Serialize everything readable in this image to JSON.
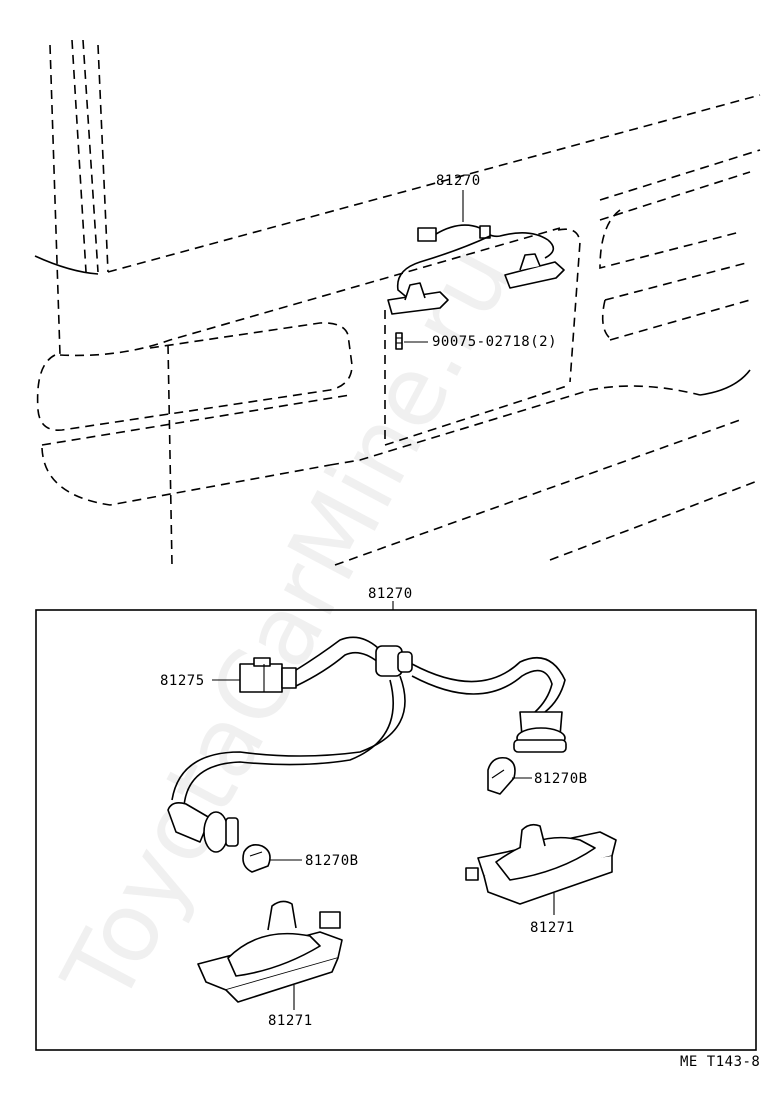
{
  "watermark": "ToyotaCarMine.ru",
  "upper_view": {
    "callouts": {
      "assembly": "81270",
      "screw": "90075-02718(2)"
    }
  },
  "detail_box": {
    "title": "81270",
    "callouts": {
      "connector": "81275",
      "bulb_right": "81270B",
      "bulb_left": "81270B",
      "lamp_right": "81271",
      "lamp_left": "81271"
    }
  },
  "drawing_code": "ME T143-8"
}
